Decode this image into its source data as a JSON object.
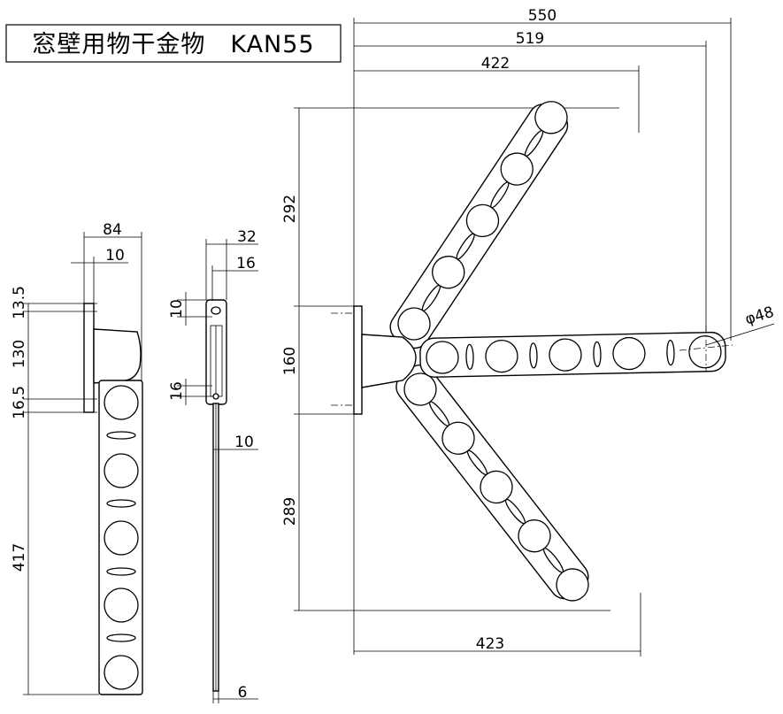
{
  "title": "窓壁用物干金物　KAN55",
  "dimensions": {
    "top_550": "550",
    "top_519": "519",
    "top_422": "422",
    "bottom_423": "423",
    "left_292": "292",
    "left_160": "160",
    "left_289": "289",
    "diameter": "φ48",
    "side_84": "84",
    "side_10": "10",
    "side_13_5": "13.5",
    "side_130": "130",
    "side_16_5": "16.5",
    "side_417": "417",
    "edge_32": "32",
    "edge_16": "16",
    "edge_10a": "10",
    "edge_16b": "16",
    "edge_10b": "10",
    "edge_6": "6"
  }
}
